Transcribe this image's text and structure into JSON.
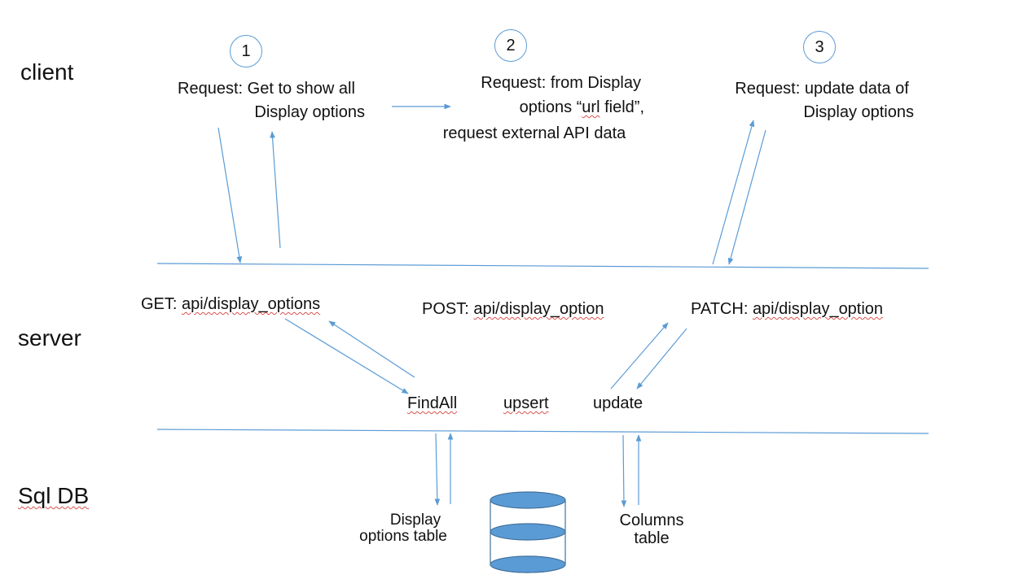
{
  "lanes": {
    "client": "client",
    "server": "server",
    "db": "Sql DB"
  },
  "steps": [
    {
      "badge": "1",
      "line1": "Request: Get to show all",
      "line2": "Display options"
    },
    {
      "badge": "2",
      "line1": "Request: from Display",
      "line2_a": "options “",
      "line2_b": "url",
      "line2_c": " field”,",
      "line3": "request external API data"
    },
    {
      "badge": "3",
      "line1": "Request: update data of",
      "line2": "Display options"
    }
  ],
  "endpoints": {
    "get_method": "GET: ",
    "get_path": "api/display_options",
    "post_method": "POST: ",
    "post_path": "api/display_option",
    "patch_method": "PATCH: ",
    "patch_path": "api/display_option"
  },
  "functions": {
    "find_all": "FindAll",
    "upsert": "upsert",
    "update": "update"
  },
  "tables": {
    "display_line1": "Display",
    "display_line2": "options table",
    "columns_line1": "Columns",
    "columns_line2": "table"
  },
  "colors": {
    "connector": "#5b9bd5",
    "db_fill": "#5b9bd5",
    "db_stroke": "#41719c",
    "spellcheck": "#d9534f"
  }
}
